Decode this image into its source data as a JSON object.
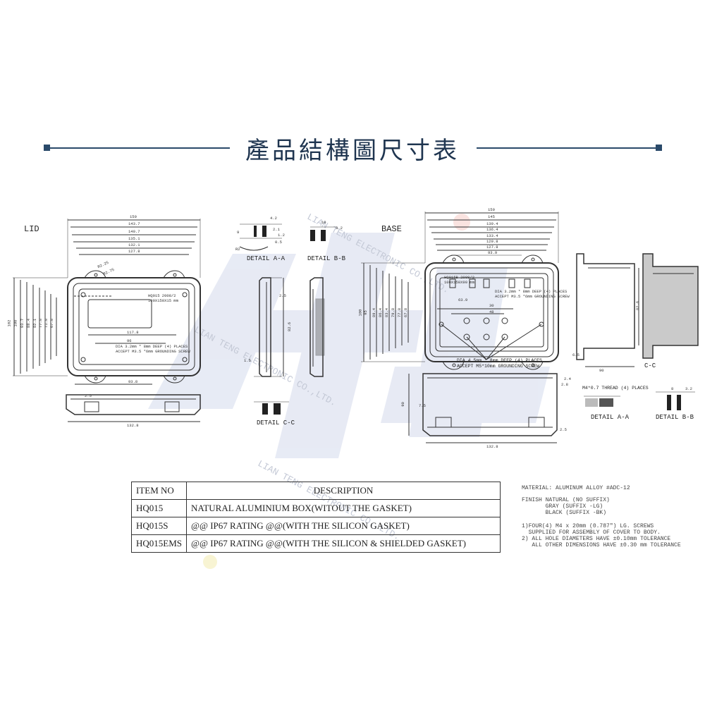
{
  "header": {
    "title": "產品結構圖尺寸表"
  },
  "watermark": {
    "text": "LIAN TENG ELECTRONIC CO.,LTD."
  },
  "views": {
    "lid": "LID",
    "base": "BASE",
    "detail_aa": "DETAIL A-A",
    "detail_bb": "DETAIL B-B",
    "detail_cc": "DETAIL C-C",
    "detail_cc2": "C-C",
    "detail_aa2": "DETAIL A-A",
    "detail_bb2": "DETAIL B-B"
  },
  "lid_dims": {
    "top": [
      "150",
      "143.7",
      "140.7",
      "135.1",
      "132.1",
      "127.8"
    ],
    "left": [
      "102",
      "100",
      "93.7",
      "88.4",
      "82.1",
      "77.8",
      "71.8",
      "67.8"
    ],
    "r1": "R2.25",
    "r2": "R2.75",
    "inner_1": "117.8",
    "inner_2": "96",
    "bottom": "93.8",
    "side_bottom": "132.8",
    "side_small": "2.5",
    "label_line1": "HQ015 2008/2",
    "label_line2": "100X150X15 mm",
    "note_line1": "DIA 3.2mm * 8mm DEEP (4) PLACES",
    "note_line2": "ACCEPT M3.5 *6mm GROUNDING SCREW"
  },
  "lidside_dims": {
    "a": "2.5",
    "b": "82.6",
    "c": "1.5"
  },
  "detail_aa_dims": {
    "a": "4.2",
    "b": "2.1",
    "c": "9",
    "d": "1.2",
    "e": "0.5",
    "f": "R2"
  },
  "detail_bb_dims": {
    "a": "10",
    "b": "3.2"
  },
  "base_dims": {
    "top": [
      "150",
      "145",
      "139.4",
      "136.4",
      "133.4",
      "129.8",
      "127.8",
      "93.9"
    ],
    "left": [
      "100",
      "95",
      "89.4",
      "86.4",
      "83.4",
      "79.8",
      "77.8",
      "67.8"
    ],
    "inner": [
      "63.9",
      "30",
      "48"
    ],
    "label_line1": "HQ015B 2008/2",
    "label_line2": "100X150X90 mm",
    "note_line1": "DIA 3.2mm * 8mm DEEP (4) PLACES",
    "note_line2": "ACCEPT M3.5 *6mm GROUNDING SCREW",
    "note2_line1": "DIA 4.5mm * 8mm DEEP (4) PLACES",
    "note2_line2": "ACCEPT M5*10mm GROUNDING SCREW",
    "side_h": "90",
    "side_bottom": "132.8",
    "side_a": "2.4",
    "side_b": "2.8",
    "side_c": "7.5",
    "side_d": "2.5"
  },
  "cc_dims": {
    "h": "82.6",
    "w": "90",
    "s": "6.5"
  },
  "thread_note": "M4*0.7 THREAD (4) PLACES",
  "bb2_dims": {
    "a": "8",
    "b": "3.2"
  },
  "table": {
    "header": [
      "ITEM NO",
      "DESCRIPTION"
    ],
    "rows": [
      {
        "item": "HQ015",
        "desc": "NATURAL ALUMINIUM BOX(WITOUT THE GASKET)"
      },
      {
        "item": "HQ015S",
        "desc": "@@ IP67 RATING @@(WITH THE SILICON GASKET)"
      },
      {
        "item": "HQ015EMS",
        "desc": "@@ IP67 RATING @@(WITH THE  SILICON & SHIELDED GASKET)"
      }
    ]
  },
  "notes": {
    "material": "MATERIAL: ALUMINUM ALLOY #ADC-12",
    "finish": "FINISH NATURAL (NO SUFFIX)\n       GRAY (SUFFIX -LG)\n       BLACK (SUFFIX -BK)",
    "general": "1)FOUR(4) M4 x 20mm (0.787\") LG. SCREWS\n  SUPPLIED FOR ASSEMBLY OF COVER TO BODY.\n2) ALL HOLE DIAMETERS HAVE ±0.10mm TOLERANCE\n   ALL OTHER DIMENSIONS HAVE ±0.30 mm TOLERANCE"
  },
  "colors": {
    "header": "#1f3550",
    "line": "#2a4a6a",
    "drawing": "#333333",
    "watermark": "#c9d0e6"
  }
}
